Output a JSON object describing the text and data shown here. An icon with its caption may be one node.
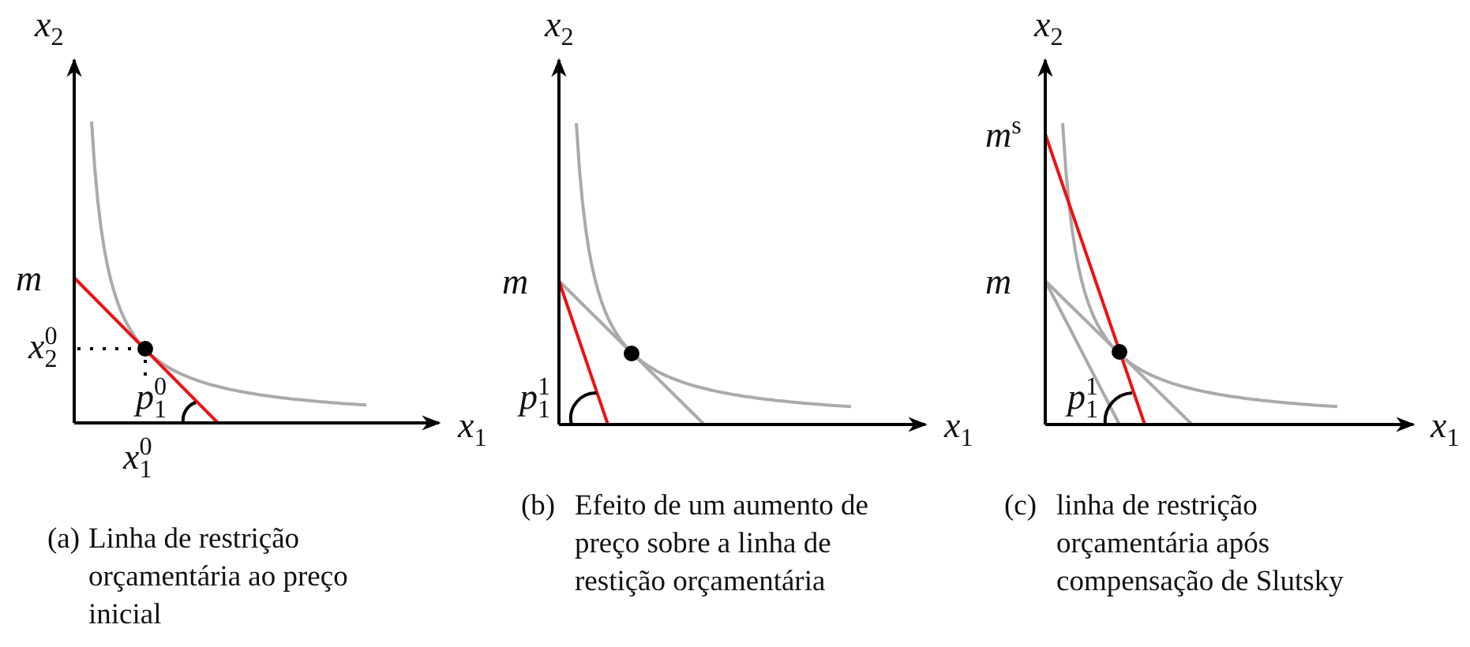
{
  "diagram": {
    "labels": [
      "x$_{2}$",
      "m",
      "x$_{2}$$^{0}$",
      "p$_{1}$$^{0}$",
      "x$_{1}$",
      "x$_{1}$$^{0}$",
      "(a)",
      "Linha de restrição orçamentária ao preço inicial",
      "x$_{2}$",
      "m",
      "p$_{1}$$^{1}$",
      "x$_{1}$",
      "(b)",
      "Efeito de um aumento de preço sobre a linha de restição orçamentária",
      "x$_{2}$",
      "m$^{s}$",
      "m",
      "p$_{1}$$^{1}$",
      "x$_{1}$",
      "(c)",
      "linha de restrição orçamentária após compensação de Slutsky"
    ]
  }
}
